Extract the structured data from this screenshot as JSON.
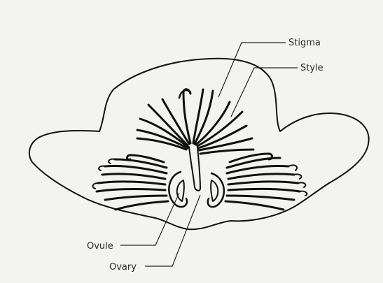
{
  "diagram": {
    "labels": {
      "stigma": "Stigma",
      "style": "Style",
      "ovule": "Ovule",
      "ovary": "Ovary"
    },
    "colors": {
      "background": "#f3f3f1",
      "ink": "#111111",
      "label_text": "#2a2a2a"
    }
  }
}
